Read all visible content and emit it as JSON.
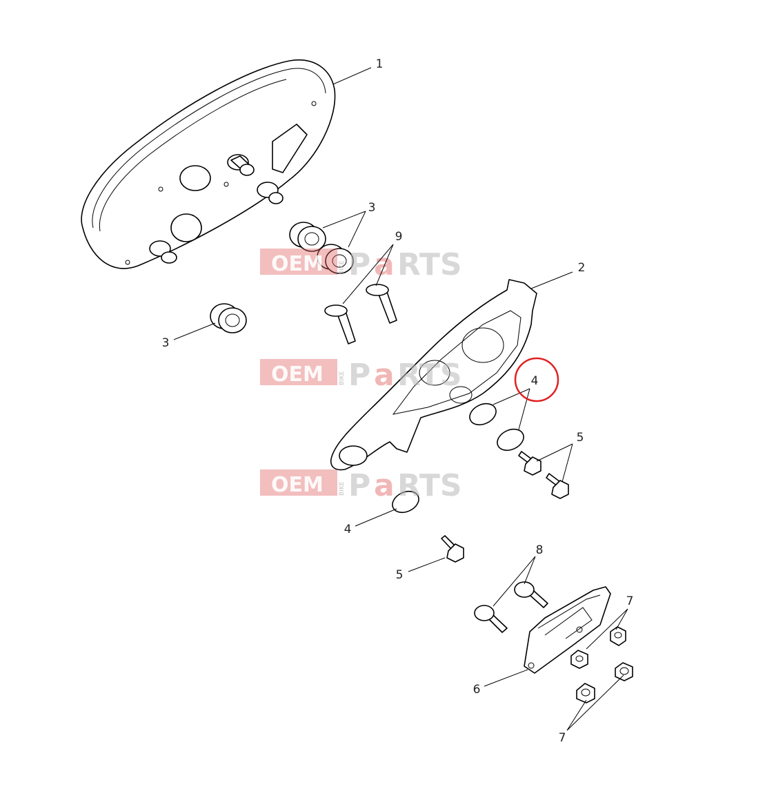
{
  "watermark": {
    "oem": "OEM",
    "bike": "BIKE",
    "p": "P",
    "a": "a",
    "rts": "RTS"
  },
  "callouts": [
    {
      "id": "c1",
      "label": "1"
    },
    {
      "id": "c3a",
      "label": "3"
    },
    {
      "id": "c9",
      "label": "9"
    },
    {
      "id": "c2",
      "label": "2"
    },
    {
      "id": "c3b",
      "label": "3"
    },
    {
      "id": "c4a",
      "label": "4",
      "highlighted": true
    },
    {
      "id": "c5a",
      "label": "5"
    },
    {
      "id": "c4b",
      "label": "4"
    },
    {
      "id": "c5b",
      "label": "5"
    },
    {
      "id": "c8",
      "label": "8"
    },
    {
      "id": "c7a",
      "label": "7"
    },
    {
      "id": "c6",
      "label": "6"
    },
    {
      "id": "c7b",
      "label": "7"
    }
  ],
  "colors": {
    "highlight": "#e02020",
    "line": "#000000"
  }
}
